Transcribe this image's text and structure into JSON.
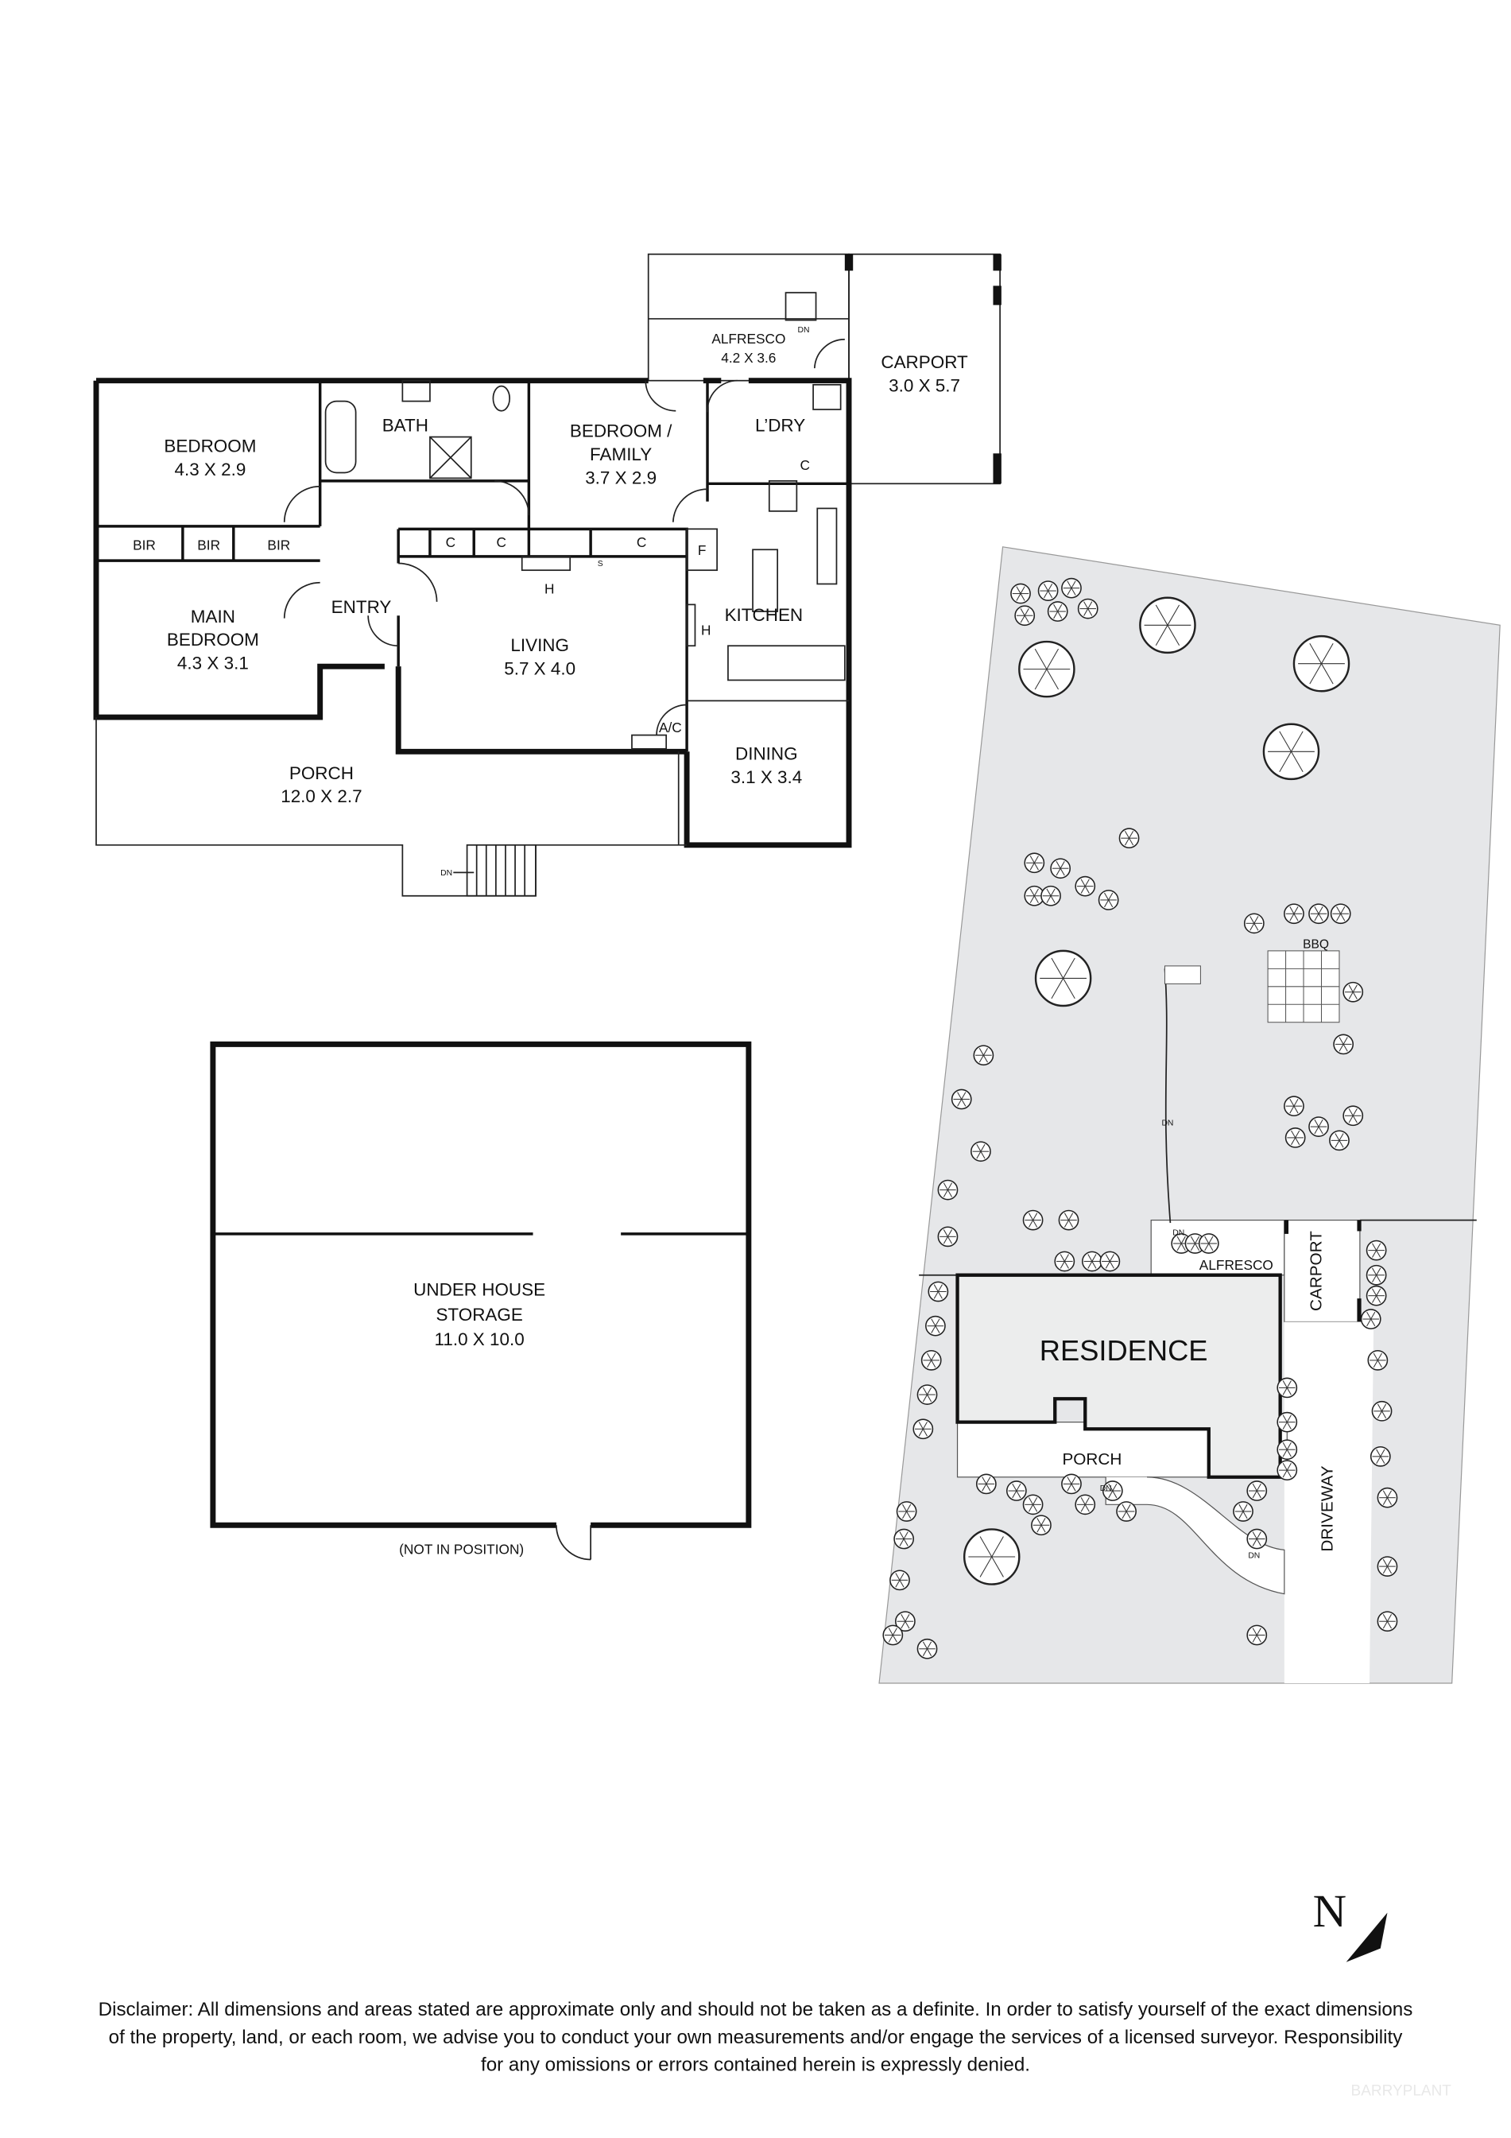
{
  "floor_plan": {
    "rooms": {
      "bedroom": {
        "name": "BEDROOM",
        "size": "4.3 X 2.9"
      },
      "bath": {
        "name": "BATH"
      },
      "bedroom_family": {
        "name1": "BEDROOM /",
        "name2": "FAMILY",
        "size": "3.7 X 2.9"
      },
      "laundry": {
        "name": "L’DRY"
      },
      "alfresco": {
        "name": "ALFRESCO",
        "size": "4.2 X 3.6"
      },
      "carport": {
        "name": "CARPORT",
        "size": "3.0 X 5.7"
      },
      "main_bedroom": {
        "name1": "MAIN",
        "name2": "BEDROOM",
        "size": "4.3 X 3.1"
      },
      "entry": {
        "name": "ENTRY"
      },
      "living": {
        "name": "LIVING",
        "size": "5.7 X 4.0"
      },
      "kitchen": {
        "name": "KITCHEN"
      },
      "dining": {
        "name": "DINING",
        "size": "3.1 X 3.4"
      },
      "porch": {
        "name": "PORCH",
        "size": "12.0 X 2.7"
      }
    },
    "labels": {
      "bir": "BIR",
      "cupboard": "C",
      "fridge": "F",
      "heater": "H",
      "ac": "A/C",
      "down": "DN",
      "s": "S"
    }
  },
  "under_house": {
    "name1": "UNDER HOUSE",
    "name2": "STORAGE",
    "size": "11.0 X 10.0",
    "note": "(NOT IN POSITION)"
  },
  "site_plan": {
    "residence": "RESIDENCE",
    "porch": "PORCH",
    "alfresco": "ALFRESCO",
    "carport": "CARPORT",
    "driveway": "DRIVEWAY",
    "bbq": "BBQ",
    "down": "DN",
    "colors": {
      "land": "#e6e7e9",
      "residence": "#eceded",
      "walls": "#111111"
    }
  },
  "north_arrow": {
    "label": "N"
  },
  "disclaimer": {
    "line1": "Disclaimer: All dimensions and areas stated are approximate only and should not be taken as a definite. In order to satisfy yourself of the exact dimensions",
    "line2": "of the property, land, or each room, we advise you to conduct your own measurements and/or engage the services of a licensed surveyor. Responsibility",
    "line3": "for any omissions or errors contained herein is expressly denied."
  },
  "watermark": "BARRYPLANT"
}
